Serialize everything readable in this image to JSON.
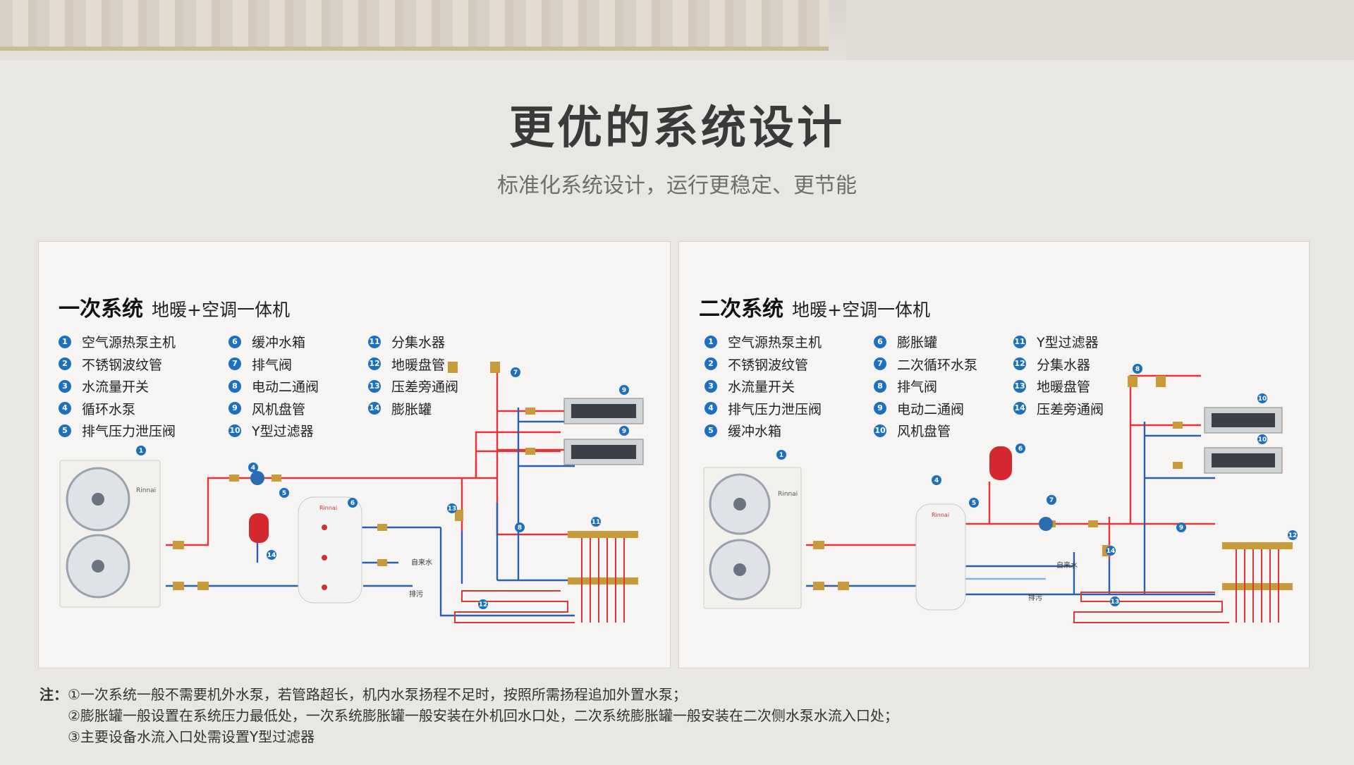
{
  "header": {
    "title": "更优的系统设计",
    "subtitle": "标准化系统设计，运行更稳定、更节能"
  },
  "panels": [
    {
      "title": "一次系统",
      "subtitle": "地暖+空调一体机",
      "legend_columns": [
        [
          {
            "num": "1",
            "label": "空气源热泵主机"
          },
          {
            "num": "2",
            "label": "不锈钢波纹管"
          },
          {
            "num": "3",
            "label": "水流量开关"
          },
          {
            "num": "4",
            "label": "循环水泵"
          },
          {
            "num": "5",
            "label": "排气压力泄压阀"
          }
        ],
        [
          {
            "num": "6",
            "label": "缓冲水箱"
          },
          {
            "num": "7",
            "label": "排气阀"
          },
          {
            "num": "8",
            "label": "电动二通阀"
          },
          {
            "num": "9",
            "label": "风机盘管"
          },
          {
            "num": "10",
            "label": "Y型过滤器"
          }
        ],
        [
          {
            "num": "11",
            "label": "分集水器"
          },
          {
            "num": "12",
            "label": "地暖盘管"
          },
          {
            "num": "13",
            "label": "压差旁通阀"
          },
          {
            "num": "14",
            "label": "膨胀罐"
          }
        ]
      ],
      "diagram_labels": {
        "water_in": "自来水",
        "drain": "排污",
        "brand": "Rinnai"
      }
    },
    {
      "title": "二次系统",
      "subtitle": "地暖+空调一体机",
      "legend_columns": [
        [
          {
            "num": "1",
            "label": "空气源热泵主机"
          },
          {
            "num": "2",
            "label": "不锈钢波纹管"
          },
          {
            "num": "3",
            "label": "水流量开关"
          },
          {
            "num": "4",
            "label": "排气压力泄压阀"
          },
          {
            "num": "5",
            "label": "缓冲水箱"
          }
        ],
        [
          {
            "num": "6",
            "label": "膨胀罐"
          },
          {
            "num": "7",
            "label": "二次循环水泵"
          },
          {
            "num": "8",
            "label": "排气阀"
          },
          {
            "num": "9",
            "label": "电动二通阀"
          },
          {
            "num": "10",
            "label": "风机盘管"
          }
        ],
        [
          {
            "num": "11",
            "label": "Y型过滤器"
          },
          {
            "num": "12",
            "label": "分集水器"
          },
          {
            "num": "13",
            "label": "地暖盘管"
          },
          {
            "num": "14",
            "label": "压差旁通阀"
          }
        ]
      ],
      "diagram_labels": {
        "water_in": "自来水",
        "drain": "排污",
        "brand": "Rinnai"
      }
    }
  ],
  "notes": {
    "label": "注：",
    "lines": [
      "①一次系统一般不需要机外水泵，若管路超长，机内水泵扬程不足时，按照所需扬程追加外置水泵；",
      "②膨胀罐一般设置在系统压力最低处，一次系统膨胀罐一般安装在外机回水口处，二次系统膨胀罐一般安装在二次侧水泵水流入口处；",
      "③主要设备水流入口处需设置Y型过滤器"
    ]
  },
  "colors": {
    "supply": "#e0353b",
    "return": "#2a5fae",
    "badge": "#1f6fbf",
    "brass": "#c99a3a"
  }
}
